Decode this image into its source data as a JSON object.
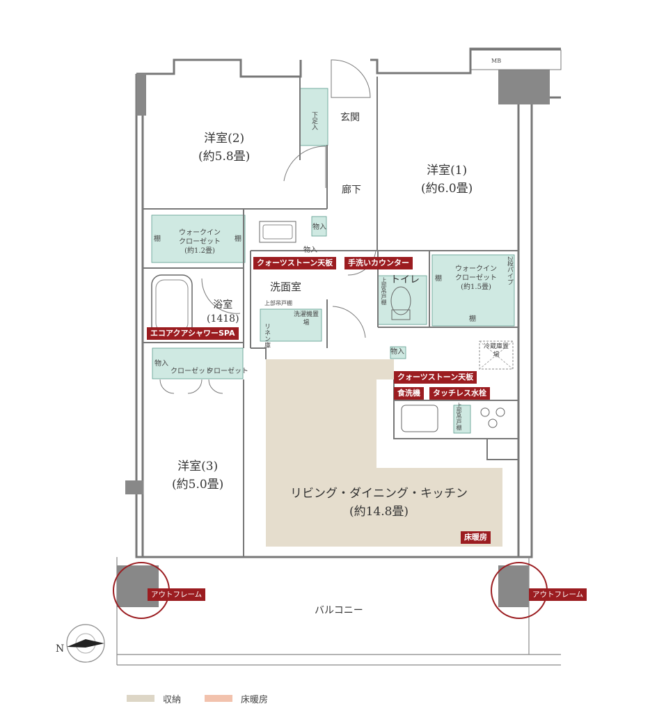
{
  "plan": {
    "rooms": {
      "western2": {
        "name": "洋室(2)",
        "area": "(約5.8畳)"
      },
      "western1": {
        "name": "洋室(1)",
        "area": "(約6.0畳)"
      },
      "western3": {
        "name": "洋室(3)",
        "area": "(約5.0畳)"
      },
      "bath": {
        "name": "浴室",
        "size": "(1418)"
      },
      "washroom": {
        "name": "洗面室"
      },
      "ldk": {
        "name": "リビング・ダイニング・キッチン",
        "area": "(約14.8畳)"
      },
      "toilet": {
        "name": "トイレ"
      },
      "entrance": {
        "name": "玄関"
      },
      "hallway": {
        "name": "廊下"
      },
      "balcony": {
        "name": "バルコニー"
      }
    },
    "storage": {
      "shoe_box": "下足入",
      "wic1_title": "ウォークイン",
      "wic1_sub": "クローゼット",
      "wic1_area": "(約1.2畳)",
      "wic2_title": "ウォークイン",
      "wic2_sub": "クローゼット",
      "wic2_area": "(約1.5畳)",
      "shelf": "棚",
      "closet": "クローゼット",
      "storage_small": "物入",
      "upper_cabinet": "上部吊戸棚",
      "linen": "リネン庫",
      "washer": "洗濯機置場",
      "fridge": "冷蔵庫置場",
      "two_pipe": "2段パイプ",
      "mb": "MB"
    },
    "features": {
      "quartz_top_1": "クォーツストーン天板",
      "hand_wash_counter": "手洗いカウンター",
      "eco_shower": "エコアクアシャワーSPA",
      "quartz_top_2": "クォーツストーン天板",
      "dishwasher": "食洗機",
      "touchless_faucet": "タッチレス水栓",
      "floor_heating": "床暖房",
      "out_frame_left": "アウトフレーム",
      "out_frame_right": "アウトフレーム"
    },
    "compass": {
      "label": "N"
    }
  },
  "legend": {
    "storage": {
      "label": "収納",
      "color": "#ddd6c6"
    },
    "floor_heating": {
      "label": "床暖房",
      "color": "#f2c2ad"
    }
  },
  "colors": {
    "storage_fill": "#cfe9e2",
    "ldk_fill": "#e5ddcd",
    "wall": "#777777",
    "badge": "#9b1c20",
    "highlight_circle": "#9b1c20"
  }
}
